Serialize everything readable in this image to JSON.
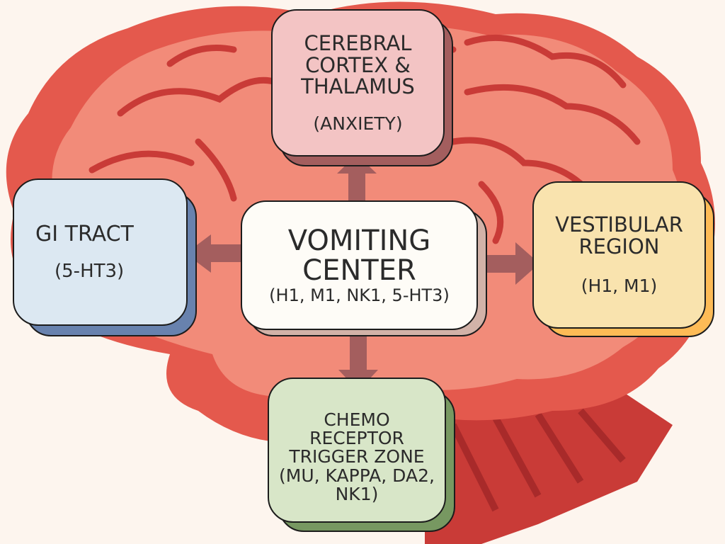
{
  "title": "Vomiting Center Pathways",
  "colors": {
    "background": "#fdf5ee",
    "brain_light": "#f28b79",
    "brain_mid": "#e4594d",
    "brain_dark": "#c93b37",
    "arrow": "#a45e5e"
  },
  "nodes": {
    "center": {
      "title": "VOMITING\nCENTER",
      "receptors": "(H1, M1, NK1, 5-HT3)",
      "fill": "#fefcf7",
      "shadow": "#d2b2a8"
    },
    "cortex": {
      "title": "CEREBRAL\nCORTEX &\nTHALAMUS",
      "receptors": "(ANXIETY)",
      "fill": "#f3c4c4",
      "shadow": "#a35e5e"
    },
    "gi": {
      "title": "GI TRACT",
      "receptors": "(5-HT3)",
      "fill": "#dce8f2",
      "shadow": "#6882ae"
    },
    "vestibular": {
      "title": "VESTIBULAR\nREGION",
      "receptors": "(H1, M1)",
      "fill": "#f9e3ae",
      "shadow": "#fdbb56"
    },
    "ctz": {
      "title": "CHEMO\nRECEPTOR\nTRIGGER ZONE\n(MU, KAPPA, DA2,\nNK1)",
      "fill": "#d8e6c8",
      "shadow": "#779861"
    }
  },
  "arrows": [
    {
      "from": "center",
      "to": "cortex",
      "direction": "up"
    },
    {
      "from": "center",
      "to": "gi",
      "direction": "left"
    },
    {
      "from": "center",
      "to": "vestibular",
      "direction": "right"
    },
    {
      "from": "center",
      "to": "ctz",
      "direction": "down"
    }
  ]
}
